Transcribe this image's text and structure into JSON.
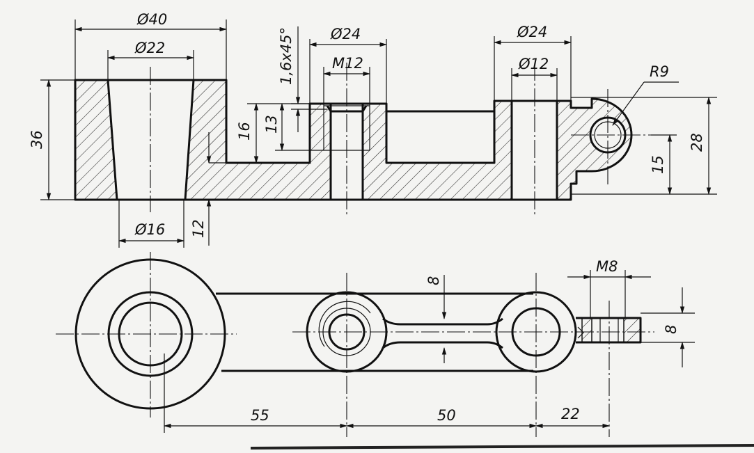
{
  "dimensions": {
    "d40": "Ø40",
    "d22": "Ø22",
    "d16": "Ø16",
    "d24_left": "Ø24",
    "m12": "M12",
    "d24_right": "Ø24",
    "d12": "Ø12",
    "r9": "R9",
    "chamfer": "1,6x45°",
    "h36": "36",
    "h16": "16",
    "h13": "13",
    "h12": "12",
    "h28": "28",
    "h15": "15",
    "m8": "M8",
    "w8_top": "8",
    "w8_right": "8",
    "l55": "55",
    "l50": "50",
    "l22": "22"
  },
  "colors": {
    "paper": "#f4f4f2",
    "ink": "#111111"
  }
}
